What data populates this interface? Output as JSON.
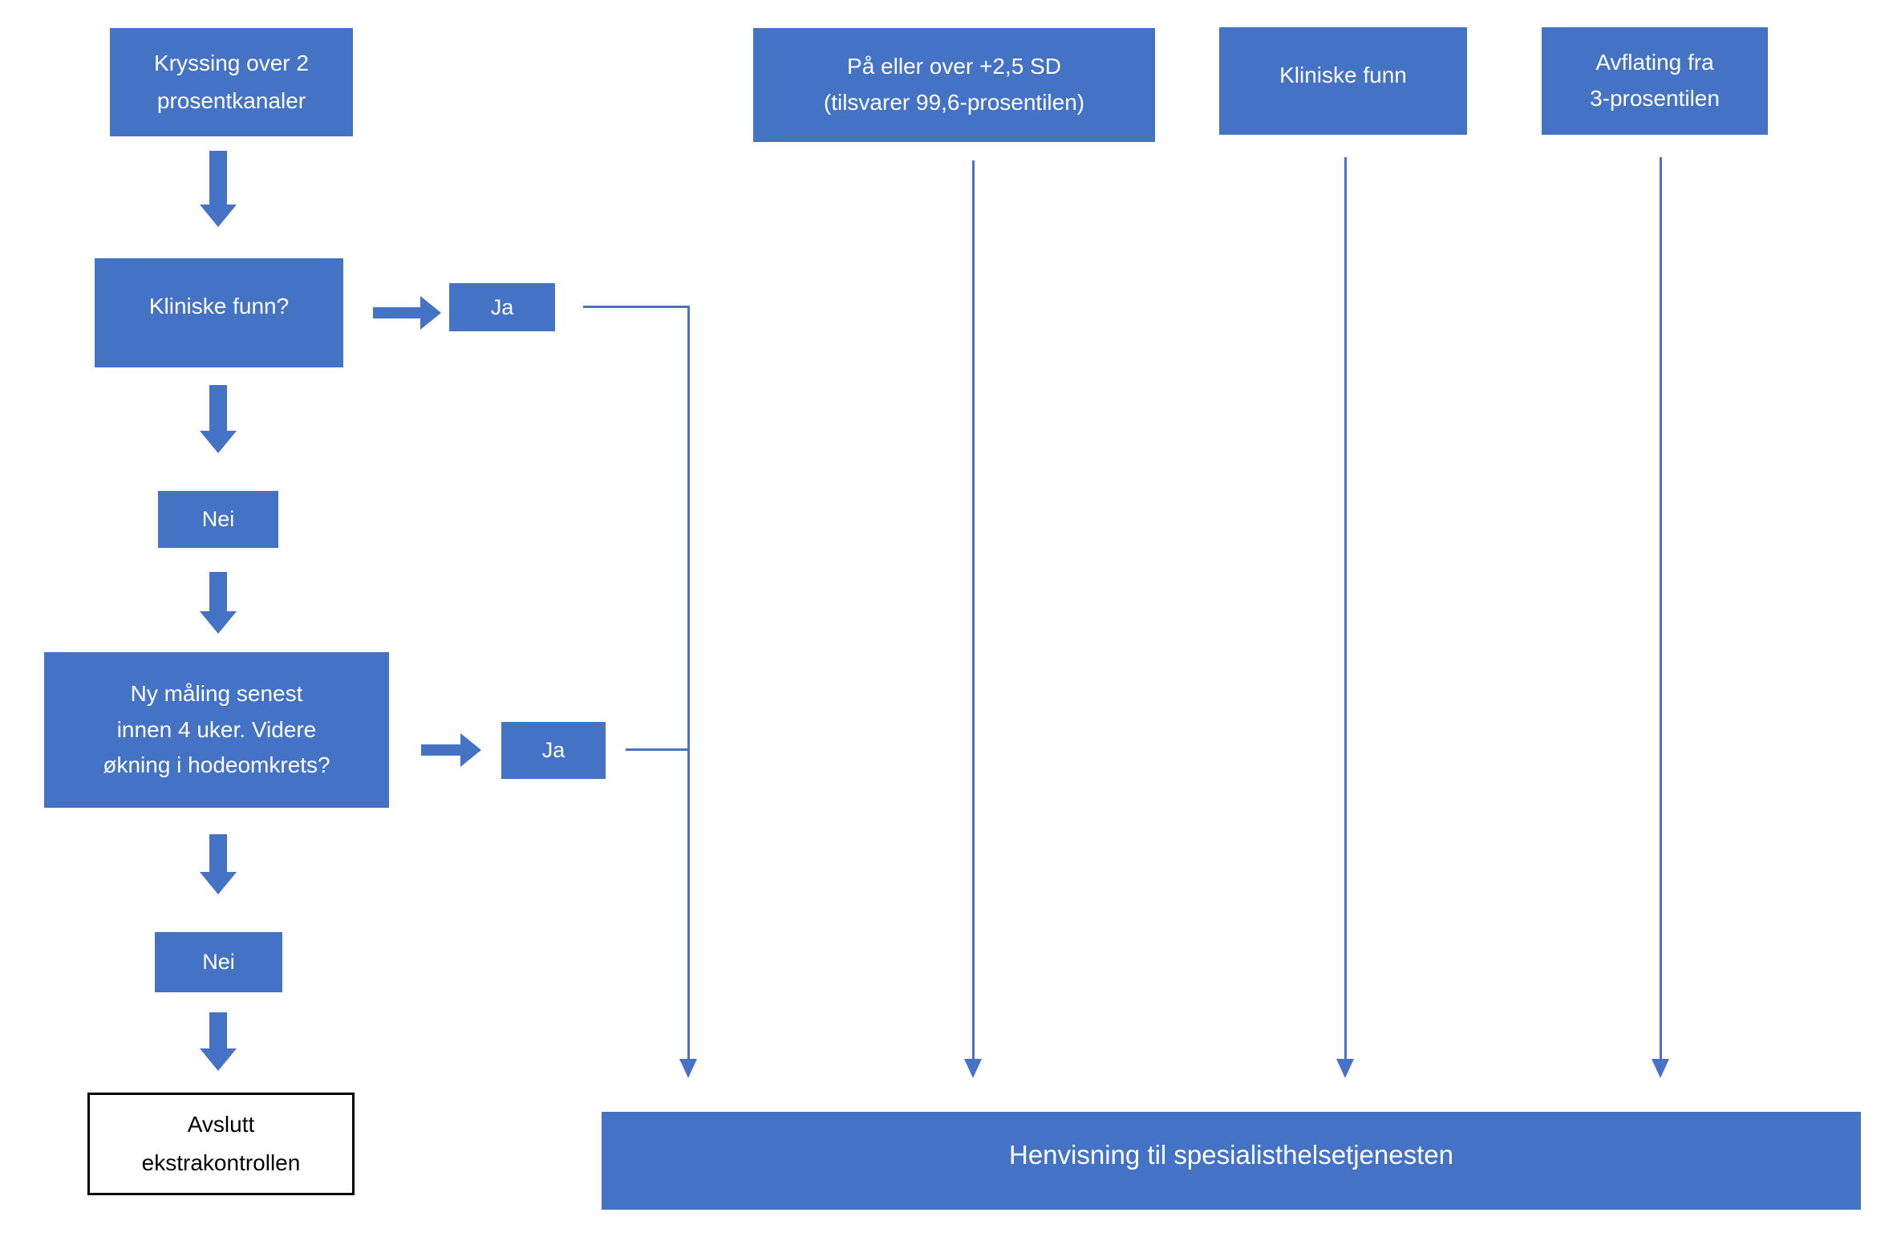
{
  "title": "Flowchart: oppfølging av hodeomkrets / henvisning",
  "colors": {
    "box_blue": "#4472C4",
    "connector_blue": "#4673C8",
    "text_white": "#FFFFFF",
    "text_black": "#000000",
    "outcome_border_black": "#000000"
  },
  "nodes": {
    "kryssing": {
      "lines": [
        "Kryssing over 2",
        "prosentkanaler"
      ]
    },
    "kliniske_funn_q": {
      "label": "Kliniske funn?"
    },
    "ja_1": {
      "label": "Ja"
    },
    "nei_1": {
      "label": "Nei"
    },
    "ny_maling": {
      "lines": [
        "Ny måling senest",
        "innen 4 uker. Videre",
        "økning i hodeomkrets?"
      ]
    },
    "ja_2": {
      "label": "Ja"
    },
    "nei_2": {
      "label": "Nei"
    },
    "avslutt": {
      "lines": [
        "Avslutt",
        "ekstrakontrollen"
      ]
    },
    "pa_eller_over": {
      "lines": [
        "På eller over +2,5 SD",
        "(tilsvarer 99,6-prosentilen)"
      ]
    },
    "kliniske_funn": {
      "label": "Kliniske funn"
    },
    "avflating": {
      "lines": [
        "Avflating fra",
        "3-prosentilen"
      ]
    },
    "henvisning": {
      "label": "Henvisning til spesialisthelsetjenesten"
    }
  }
}
